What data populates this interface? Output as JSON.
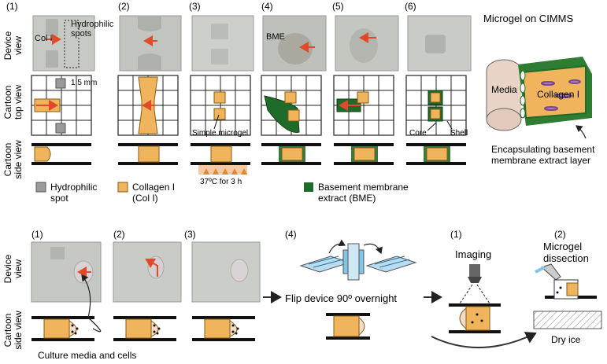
{
  "colors": {
    "collagen": "#F0B55C",
    "collagen_stroke": "#8a5a12",
    "bme": "#1F6B2A",
    "hydrophilic": "#9a9a9a",
    "arrow": "#E04A2A",
    "photo_bg": "#c8cbc6",
    "heat": "#E8862A",
    "sky_blue": "#7FC7E8"
  },
  "top": {
    "step_labels": [
      "(1)",
      "(2)",
      "(3)",
      "(4)",
      "(5)",
      "(6)"
    ],
    "row_labels": {
      "device_view": "Device view",
      "cartoon_top": "Cartoon top view",
      "cartoon_side": "Cartoon side view"
    },
    "annotations": {
      "col1": "Col I",
      "hydrophilic_spots": "Hydrophilic spots",
      "bme": "BME",
      "dimension": "1.5 mm",
      "simple_microgel": "Simple microgel",
      "core": "Core",
      "shell": "Shell",
      "incubation": "37ºC for 3 h"
    },
    "legend": {
      "hydrophilic": "Hydrophilic spot",
      "collagen": "Collagen I (Col I)",
      "bme": "Basement membrane extract (BME)"
    }
  },
  "cimms": {
    "title": "Microgel on CIMMS",
    "media": "Media",
    "collagen": "Collagen I",
    "caption": "Encapsulating basement membrane extract layer"
  },
  "bottom": {
    "step_labels": [
      "(1)",
      "(2)",
      "(3)",
      "(4)"
    ],
    "row_labels": {
      "device_view": "Device view",
      "cartoon_side": "Cartoon side view"
    },
    "culture_caption": "Culture media and cells",
    "flip_caption": "Flip device 90º overnight",
    "analysis_steps": [
      "(1)",
      "(2)"
    ],
    "imaging": "Imaging",
    "dissection": "Microgel dissection",
    "dry_ice": "Dry ice"
  }
}
